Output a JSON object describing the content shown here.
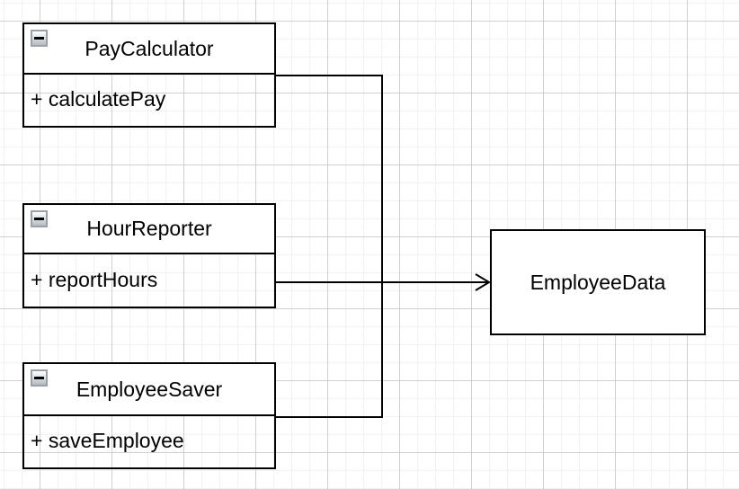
{
  "canvas": {
    "background_color": "#ffffff",
    "grid_minor_color": "#f2f2f2",
    "grid_major_color": "#d0d0d0"
  },
  "diagram": {
    "stroke_color": "#000000",
    "collapse_icon": "minus-icon",
    "arrowhead_style": "open-arrow",
    "classes": [
      {
        "name": "PayCalculator",
        "members": [
          "+ calculatePay"
        ]
      },
      {
        "name": "HourReporter",
        "members": [
          "+ reportHours"
        ]
      },
      {
        "name": "EmployeeSaver",
        "members": [
          "+ saveEmployee"
        ]
      }
    ],
    "entities": [
      {
        "name": "EmployeeData"
      }
    ],
    "connectors": [
      {
        "from": "PayCalculator.calculatePay",
        "to": "EmployeeData"
      },
      {
        "from": "HourReporter.reportHours",
        "to": "EmployeeData"
      },
      {
        "from": "EmployeeSaver.saveEmployee",
        "to": "EmployeeData"
      }
    ]
  }
}
